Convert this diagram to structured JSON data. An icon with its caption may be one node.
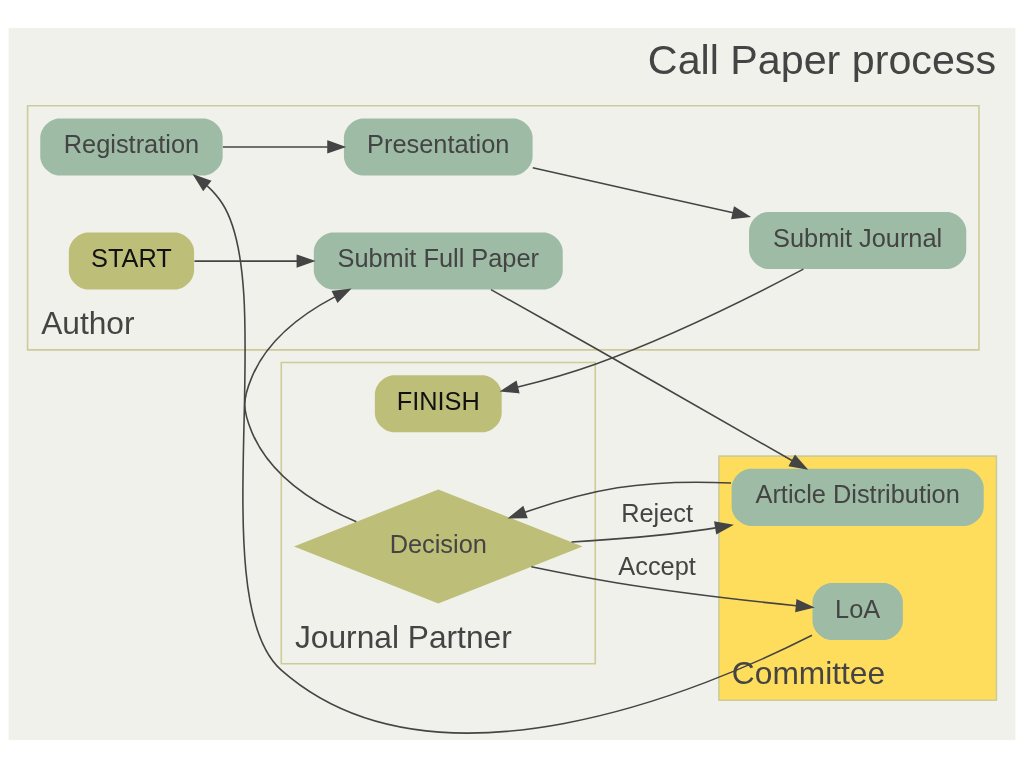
{
  "diagram": {
    "title": "Call Paper process",
    "nodes": [
      {
        "text": [
          "Author"
        ]
      },
      {
        "text": [
          "START"
        ],
        "in": 0
      },
      {
        "text": [
          "Submit Full Paper"
        ],
        "in": 0
      },
      {
        "text": [
          "Registration"
        ],
        "in": 0
      },
      {
        "text": [
          "Presentation"
        ],
        "in": 0
      },
      {
        "text": [
          "Submit Journal"
        ],
        "in": 0
      },
      {
        "text": [
          "Committee"
        ]
      },
      {
        "text": [
          "Article Distribution"
        ],
        "in": 6
      },
      {
        "text": [
          "LoA"
        ],
        "in": 6
      },
      {
        "text": [
          "Journal Partner"
        ]
      },
      {
        "text": [
          "Decision"
        ],
        "in": 9
      },
      {
        "text": [
          "FINISH"
        ],
        "in": 9
      }
    ],
    "edges": [
      {
        "from": 1,
        "to": 2,
        "arrow": "to"
      },
      {
        "from": 2,
        "to": 7,
        "arrow": "to"
      },
      {
        "from": 7,
        "to": 10,
        "arrow": "to"
      },
      {
        "from": 10,
        "to": 2,
        "arrow": "to"
      },
      {
        "from": 10,
        "to": 7,
        "arrow": "to",
        "label": "Reject"
      },
      {
        "from": 10,
        "to": 8,
        "arrow": "to",
        "label": "Accept"
      },
      {
        "from": 8,
        "to": 3,
        "arrow": "to"
      },
      {
        "from": 3,
        "to": 4,
        "arrow": "to"
      },
      {
        "from": 4,
        "to": 5,
        "arrow": "to"
      },
      {
        "from": 5,
        "to": 11,
        "arrow": "to"
      }
    ]
  }
}
